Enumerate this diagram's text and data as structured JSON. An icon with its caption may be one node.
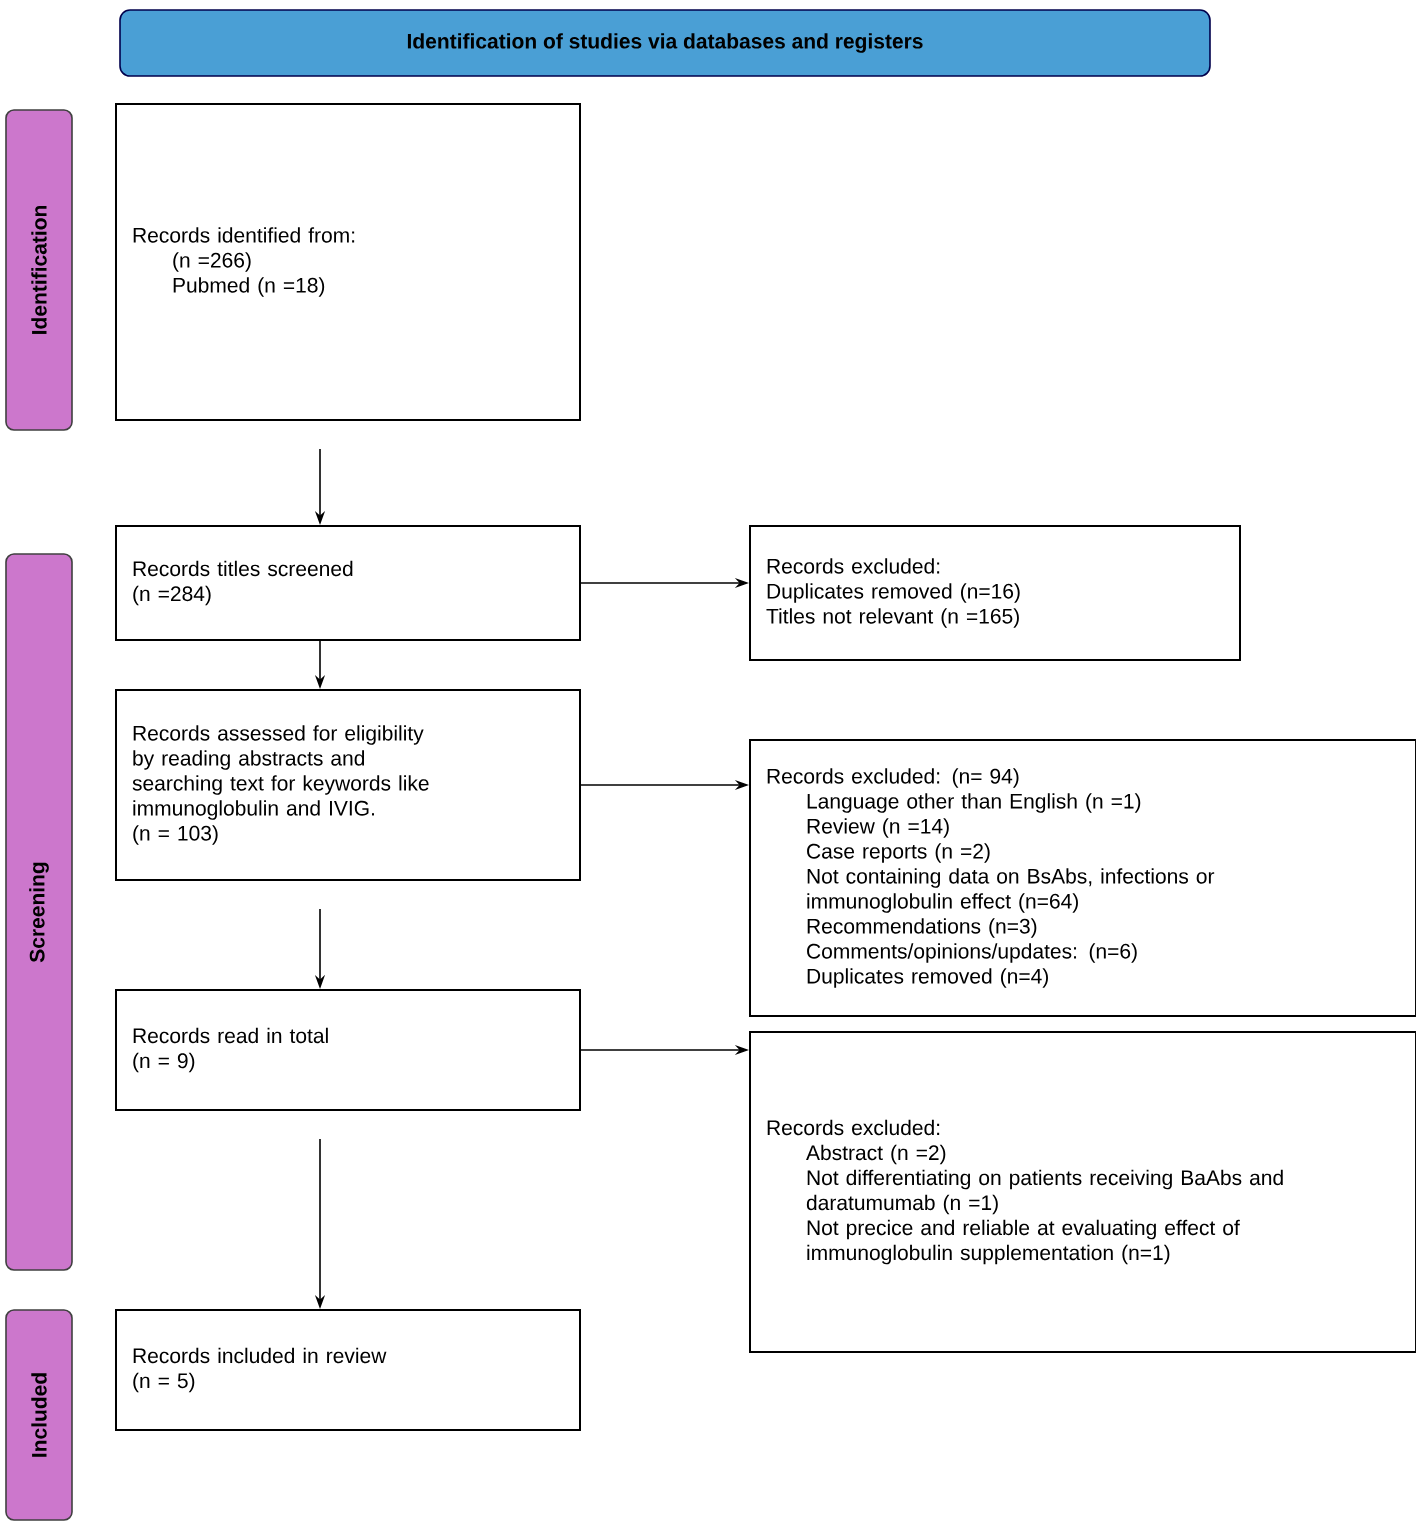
{
  "diagram": {
    "nodes": [
      {
        "text": [
          "Identification of studies via databases and registers"
        ]
      },
      {
        "text": [
          "Identification"
        ]
      },
      {
        "text": [
          "Screening"
        ]
      },
      {
        "text": [
          "Included"
        ]
      },
      {
        "text": [
          "Records identified from:",
          "(n =266)",
          "Pubmed (n =18)"
        ]
      },
      {
        "text": [
          "Records titles screened (n =284)"
        ]
      },
      {
        "text": [
          "Records excluded:",
          "Duplicates removed (n=16)",
          "Titles not relevant (n =165)"
        ]
      },
      {
        "text": [
          "Records assessed for eligibility by reading abstracts and searching text for keywords like immunoglobulin and IVIG.",
          "(n = 103)"
        ]
      },
      {
        "text": [
          "Records excluded: (n= 94)",
          "Language other than English (n =1)",
          "Review (n =14)",
          "Case reports (n =2)",
          "Not containing data on BsAbs, infections or immunoglobulin effect (n=64)",
          "Recommendations (n=3)",
          "Comments/opinions/updates: (n=6)",
          "Duplicates removed (n=4)"
        ]
      },
      {
        "text": [
          "Records read in total (n = 9)"
        ]
      },
      {
        "text": [
          "Records excluded:",
          "Abstract (n =2)",
          "Not differentiating on patients receiving BaAbs and daratumumab (n =1)",
          "Not precice and reliable at evaluating effect of immunoglobulin supplementation (n=1)"
        ]
      },
      {
        "text": [
          "Records included in review (n = 5)"
        ]
      }
    ],
    "edges": [
      {
        "from": 4,
        "to": 5,
        "arrow": "to"
      },
      {
        "from": 5,
        "to": 6,
        "arrow": "to"
      },
      {
        "from": 5,
        "to": 7,
        "arrow": "to"
      },
      {
        "from": 7,
        "to": 8,
        "arrow": "to"
      },
      {
        "from": 7,
        "to": 9,
        "arrow": "to"
      },
      {
        "from": 9,
        "to": 10,
        "arrow": "to"
      },
      {
        "from": 9,
        "to": 11,
        "arrow": "to"
      }
    ]
  }
}
